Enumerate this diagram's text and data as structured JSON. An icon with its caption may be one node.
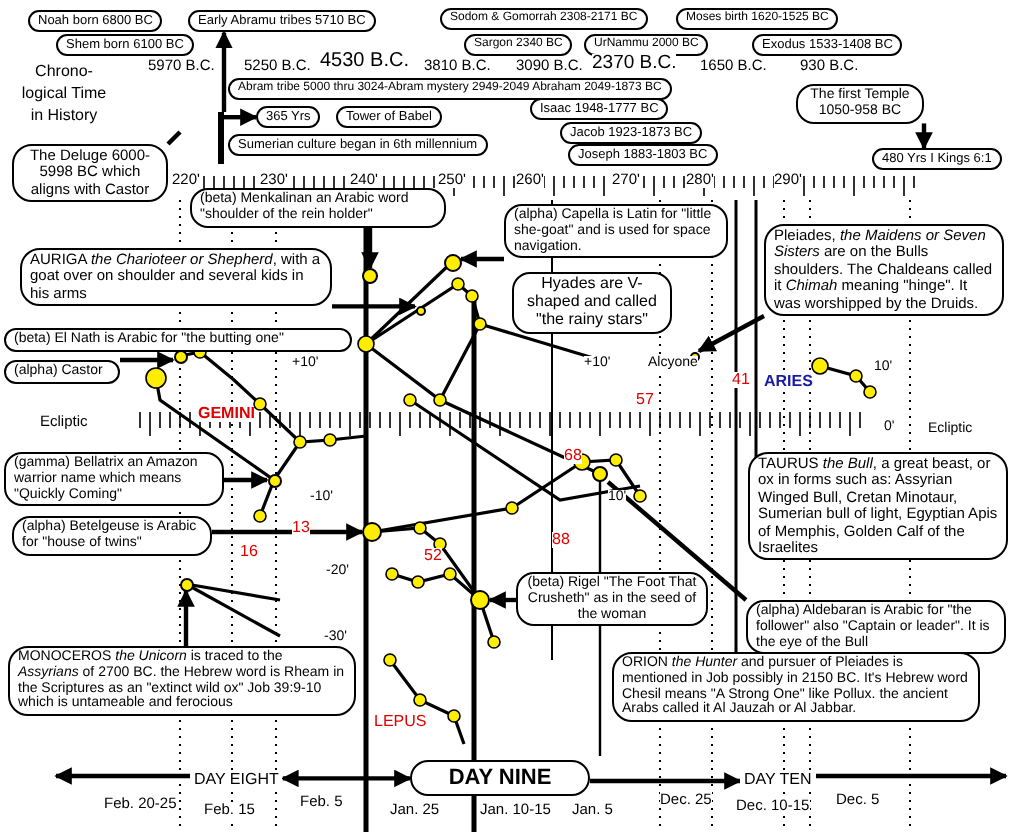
{
  "diagram": {
    "nodes": [
      {
        "text": [
          "Noah born 6800 BC"
        ]
      },
      {
        "text": [
          "Shem born 6100 BC"
        ]
      },
      {
        "text": [
          "Early Abramu tribes 5710 BC"
        ]
      },
      {
        "text": [
          "Sodom & Gomorrah 2308-2171 BC"
        ]
      },
      {
        "text": [
          "Sargon 2340 BC"
        ]
      },
      {
        "text": [
          "UrNammu 2000 BC"
        ]
      },
      {
        "text": [
          "Moses birth 1620-1525 BC"
        ]
      },
      {
        "text": [
          "Exodus 1533-1408 BC"
        ]
      },
      {
        "text": [
          "Abram tribe 5000 thru 3024-Abram mystery 2949-2049 Abraham 2049-1873 BC"
        ]
      },
      {
        "text": [
          "365 Yrs"
        ]
      },
      {
        "text": [
          "Tower of Babel"
        ]
      },
      {
        "text": [
          "Isaac 1948-1777 BC"
        ]
      },
      {
        "text": [
          "Jacob 1923-1873 BC"
        ]
      },
      {
        "text": [
          "Joseph 1883-1803 BC"
        ]
      },
      {
        "text": [
          "Sumerian culture began in 6th millennium"
        ]
      },
      {
        "text": [
          "The first Temple 1050-958 BC"
        ]
      },
      {
        "text": [
          "480 Yrs I Kings 6:1"
        ]
      },
      {
        "text": [
          "The Deluge 6000-5998 BC which aligns with Castor"
        ]
      },
      {
        "text": [
          "(beta) Menkalinan an Arabic word \"shoulder of the rein holder\""
        ]
      },
      {
        "text": [
          "(alpha) Capella is Latin for \"little she-goat\" and is used for space navigation."
        ]
      },
      {
        "text": [
          "AURIGA *the Charioteer or Shepherd*, with a goat over on shoulder and several kids in his arms"
        ]
      },
      {
        "text": [
          "Hyades are V-shaped and called \"the rainy stars\""
        ]
      },
      {
        "text": [
          "Pleiades, *the Maidens or Seven Sisters* are on the Bulls shoulders. The Chaldeans called it *Chimah* meaning \"hinge\". It was worshipped by the Druids."
        ]
      },
      {
        "text": [
          "(beta) El Nath is Arabic for \"the butting one\""
        ]
      },
      {
        "text": [
          "(alpha) Castor"
        ]
      },
      {
        "text": [
          "(gamma) Bellatrix an Amazon warrior name which means \"Quickly Coming\""
        ]
      },
      {
        "text": [
          "(alpha) Betelgeuse is Arabic for \"house of twins\""
        ]
      },
      {
        "text": [
          "TAURUS *the Bull*, a great beast, or ox in forms such as: Assyrian Winged Bull, Cretan Minotaur, Sumerian bull of light, Egyptian Apis of Memphis, Golden Calf of the Israelites"
        ]
      },
      {
        "text": [
          "(beta) Rigel \"The Foot That Crusheth\" as in the seed of the woman"
        ]
      },
      {
        "text": [
          "(alpha) Aldebaran is Arabic for \"the follower\" also \"Captain or leader\". It is the eye of the Bull"
        ]
      },
      {
        "text": [
          "MONOCEROS *the Unicorn* is traced to the *Assyrians* of 2700 BC. the Hebrew word is Rheam in the Scriptures as an \"extinct wild ox\" Job 39:9-10 which is untameable and ferocious"
        ]
      },
      {
        "text": [
          "ORION *the Hunter* and pursuer of Pleiades is mentioned in Job possibly in 2150 BC. It's Hebrew word Chesil means \"A Strong One\" like Pollux. the ancient Arabs called it Al Jauzah or Al Jabbar."
        ]
      },
      {
        "text": [
          "DAY NINE"
        ]
      },
      {
        "text": [],
        "shape": "circle"
      },
      {
        "text": [],
        "shape": "circle"
      },
      {
        "text": [],
        "shape": "circle"
      },
      {
        "text": [],
        "shape": "circle"
      },
      {
        "text": [],
        "shape": "circle"
      },
      {
        "text": [],
        "shape": "circle"
      },
      {
        "text": [],
        "shape": "circle"
      },
      {
        "text": [],
        "shape": "circle"
      },
      {
        "text": [],
        "shape": "circle"
      },
      {
        "text": [
          "DAY EIGHT"
        ]
      },
      {
        "text": [
          "DAY TEN"
        ]
      },
      {
        "text": [],
        "shape": "bar"
      },
      {
        "text": [],
        "shape": "circle"
      }
    ],
    "edges": [
      {
        "from": 44,
        "to": 9,
        "arrow": "to"
      },
      {
        "from": 15,
        "to": 16,
        "arrow": "to"
      },
      {
        "from": 18,
        "to": 36,
        "arrow": "to"
      },
      {
        "from": 19,
        "to": 38,
        "arrow": "to"
      },
      {
        "from": 22,
        "to": 41,
        "arrow": "to"
      },
      {
        "from": 20,
        "to": 45,
        "arrow": "to"
      },
      {
        "from": 24,
        "to": 33,
        "arrow": "to"
      },
      {
        "from": 30,
        "to": 34,
        "arrow": "to"
      },
      {
        "from": 28,
        "to": 39,
        "arrow": "to"
      },
      {
        "from": 26,
        "to": 37,
        "arrow": "to"
      },
      {
        "from": 25,
        "to": 35,
        "arrow": "to"
      },
      {
        "from": 29,
        "to": 40,
        "arrow": "none"
      },
      {
        "from": 44,
        "to": 2,
        "arrow": "to"
      },
      {
        "from": 17,
        "to": null,
        "arrow": "none"
      },
      {
        "from": 42,
        "to": null,
        "arrow": "to"
      },
      {
        "from": 42,
        "to": 32,
        "arrow": "both"
      },
      {
        "from": 32,
        "to": 43,
        "arrow": "to"
      },
      {
        "from": 43,
        "to": null,
        "arrow": "to"
      }
    ],
    "labels": [
      "Chrono-logical Time in History",
      "5970 B.C.",
      "5250 B.C.",
      "4530 B.C.",
      "3810 B.C.",
      "3090 B.C.",
      "2370 B.C.",
      "1650 B.C.",
      "930 B.C.",
      "220'",
      "230'",
      "240'",
      "250'",
      "260'",
      "270'",
      "280'",
      "290'",
      "+10'",
      "Ecliptic",
      "GEMINI",
      "-10'",
      "13",
      "16",
      "-20'",
      "-30'",
      "LEPUS",
      "+10'",
      "Alcyone",
      "41",
      "ARIES",
      "10'",
      "57",
      "0'",
      "Ecliptic",
      "68",
      "10'",
      "88",
      "52",
      "Feb. 20-25",
      "Feb. 15",
      "Feb. 5",
      "Jan. 25",
      "Jan. 10-15",
      "Jan. 5",
      "Dec. 25",
      "Dec. 10-15",
      "Dec. 5"
    ]
  }
}
